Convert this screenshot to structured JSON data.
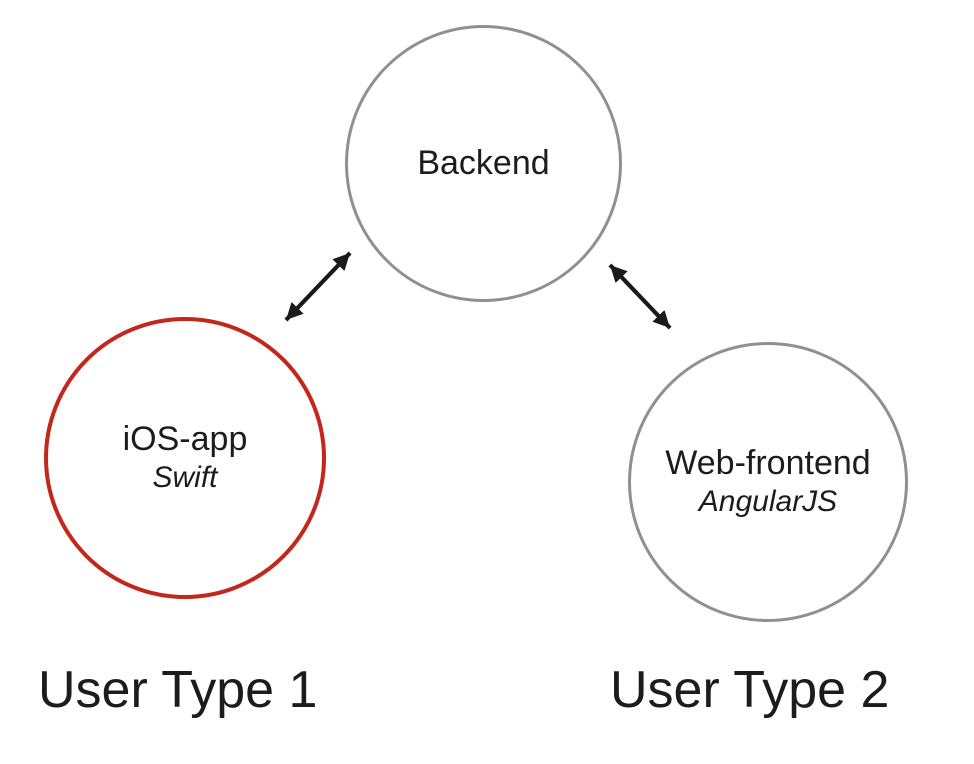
{
  "nodes": {
    "backend": {
      "label": "Backend"
    },
    "ios_app": {
      "label": "iOS-app",
      "sublabel": "Swift"
    },
    "web_frontend": {
      "label": "Web-frontend",
      "sublabel": "AngularJS"
    }
  },
  "captions": {
    "user_type_1": "User Type 1",
    "user_type_2": "User Type 2"
  },
  "edges": [
    {
      "from": "ios_app",
      "to": "backend",
      "style": "double-headed-arrow"
    },
    {
      "from": "web_frontend",
      "to": "backend",
      "style": "double-headed-arrow"
    }
  ],
  "colors": {
    "node_stroke": "#8e9094",
    "highlight_stroke": "#c3271b",
    "arrow": "#1a1a1a",
    "text": "#1c1c1c",
    "background": "#ffffff"
  }
}
